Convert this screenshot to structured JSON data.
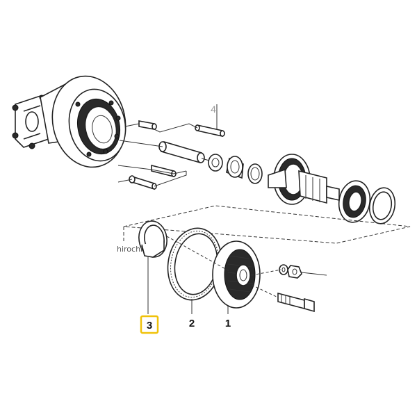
{
  "watermark": "hirochi",
  "callouts": {
    "part_1": "1",
    "part_2": "2",
    "part_3": "3",
    "part_4": "4"
  },
  "highlight": {
    "part": "3",
    "color": "#f0c20a"
  }
}
